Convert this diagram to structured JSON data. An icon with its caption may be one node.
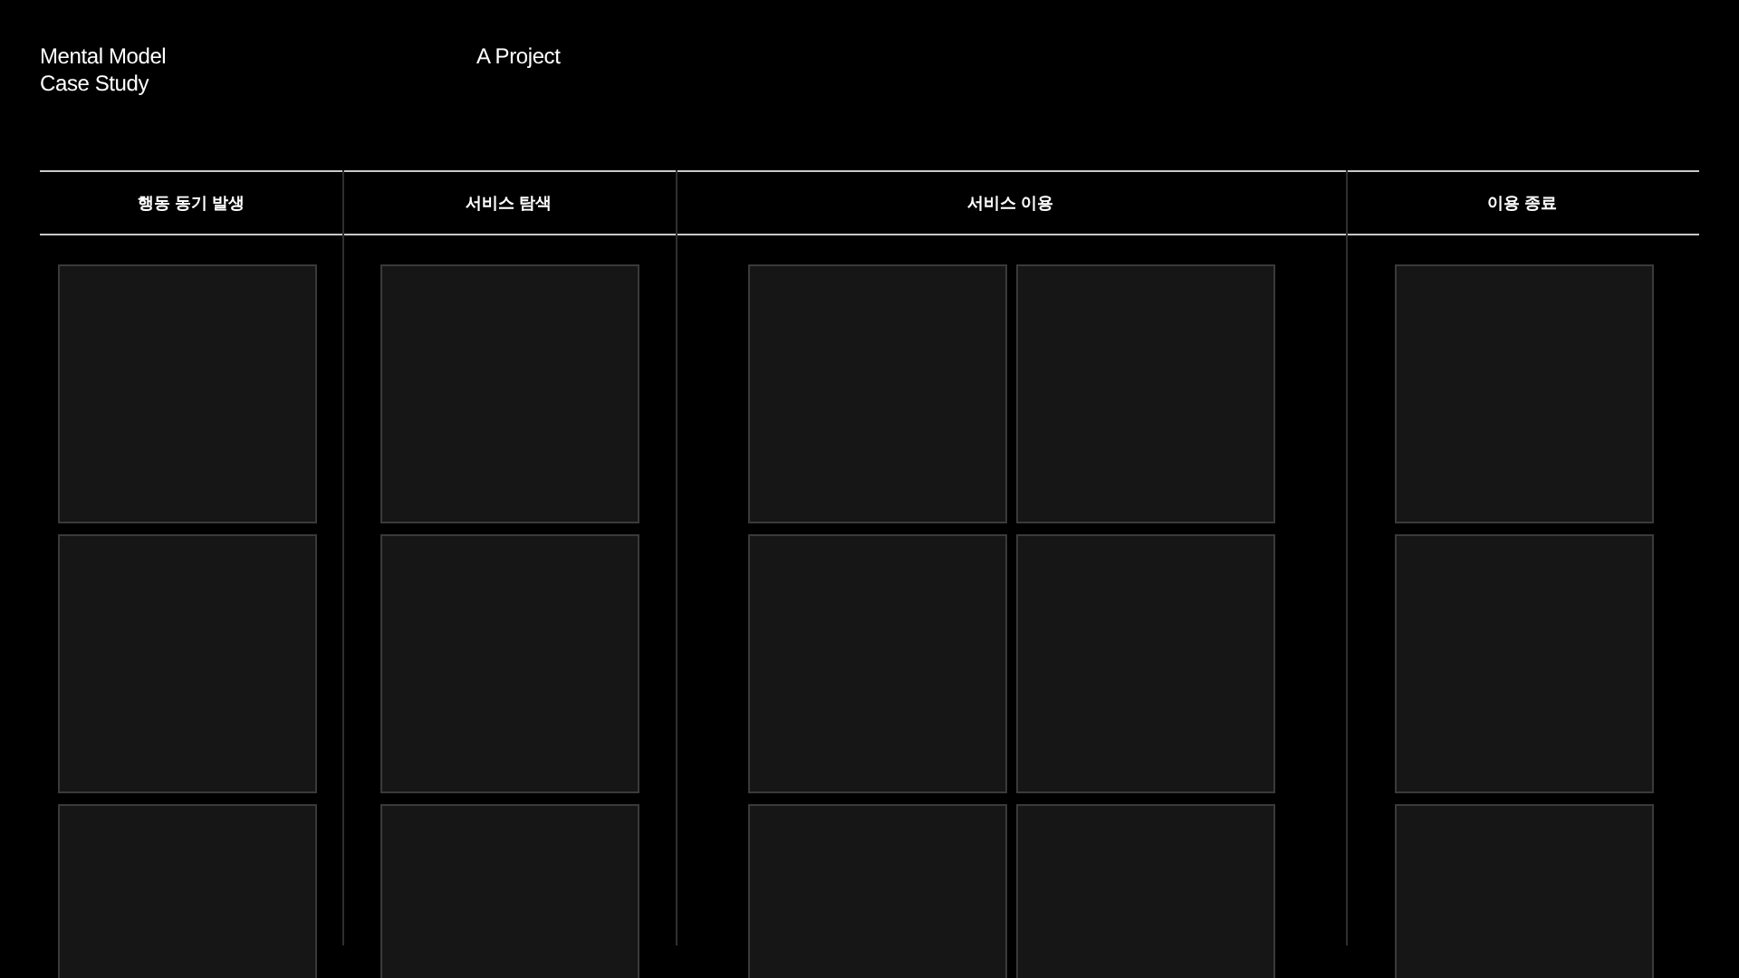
{
  "diagram": {
    "title": "Mental Model Case Study",
    "nodes": [
      {
        "text": [
          "행동 동기 발생"
        ]
      },
      {
        "text": [],
        "shape": "box",
        "in": 0
      },
      {
        "text": [],
        "shape": "box",
        "in": 0
      },
      {
        "text": [],
        "shape": "box",
        "in": 0
      },
      {
        "text": [
          "서비스 탐색"
        ]
      },
      {
        "text": [],
        "shape": "box",
        "in": 4
      },
      {
        "text": [],
        "shape": "box",
        "in": 4
      },
      {
        "text": [],
        "shape": "box",
        "in": 4
      },
      {
        "text": [
          "서비스 이용"
        ]
      },
      {
        "text": [],
        "shape": "box",
        "in": 8
      },
      {
        "text": [],
        "shape": "box",
        "in": 8
      },
      {
        "text": [],
        "shape": "box",
        "in": 8
      },
      {
        "text": [],
        "shape": "box",
        "in": 8
      },
      {
        "text": [],
        "shape": "box",
        "in": 8
      },
      {
        "text": [],
        "shape": "box",
        "in": 8
      },
      {
        "text": [
          "이용 종료"
        ]
      },
      {
        "text": [],
        "shape": "box",
        "in": 15
      },
      {
        "text": [],
        "shape": "box",
        "in": 15
      },
      {
        "text": [],
        "shape": "box",
        "in": 15
      }
    ],
    "labels": [
      "A Project"
    ]
  }
}
